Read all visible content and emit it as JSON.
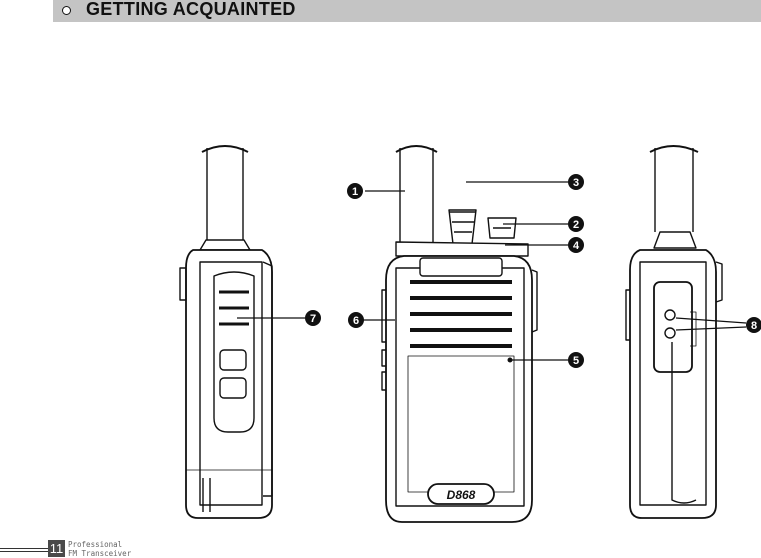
{
  "header": {
    "title": "GETTING ACQUAINTED"
  },
  "callouts": [
    "1",
    "2",
    "3",
    "4",
    "5",
    "6",
    "7",
    "8"
  ],
  "radio_label": "D868",
  "footer": {
    "page_number": "11",
    "line1": "Professional",
    "line2": "FM Transceiver"
  },
  "colors": {
    "header_bg": "#c4c4c4",
    "ink": "#111111",
    "page_box": "#4a4a4a"
  }
}
